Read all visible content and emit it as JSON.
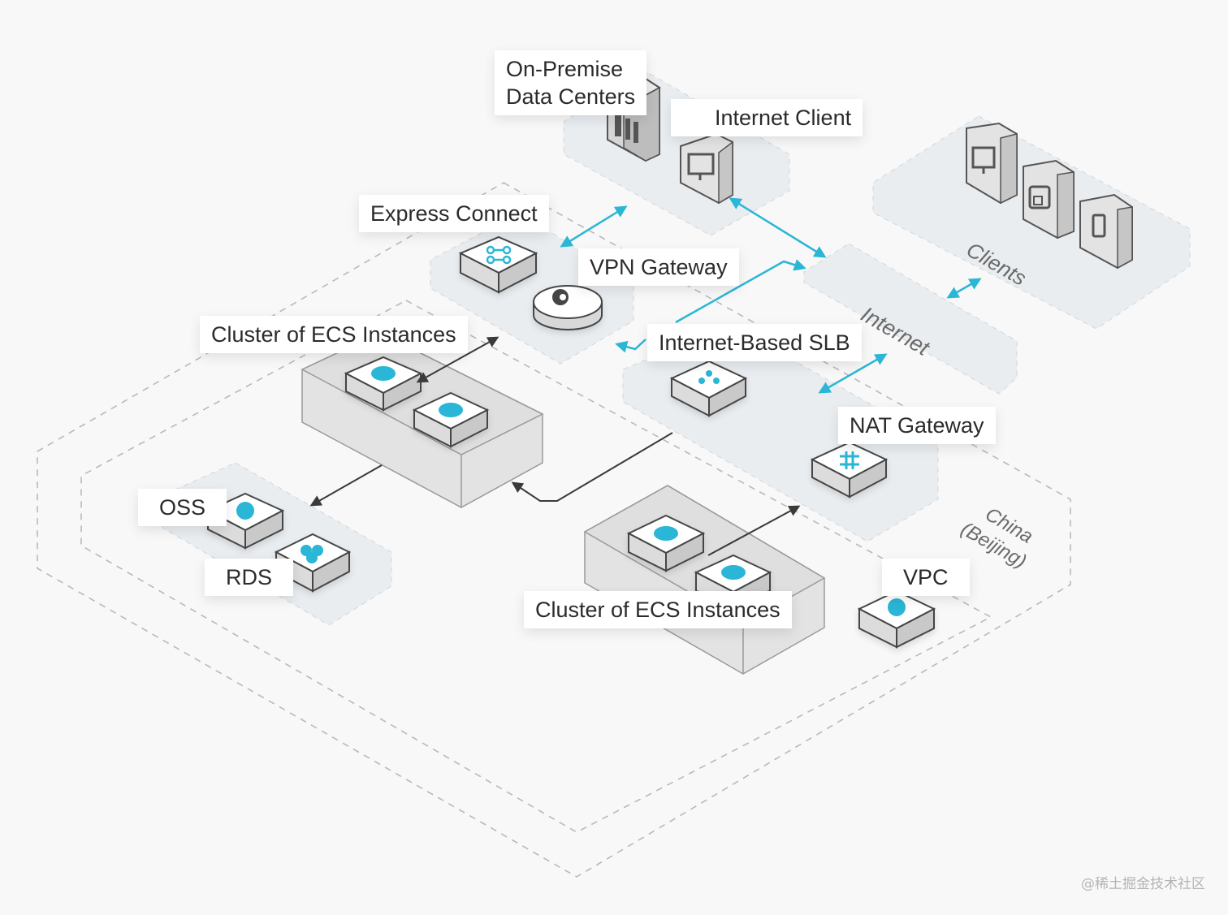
{
  "labels": {
    "on_premise": "On-Premise\nData Centers",
    "internet_client": "Internet Client",
    "express_connect": "Express Connect",
    "vpn_gateway": "VPN Gateway",
    "cluster_ecs_top": "Cluster of ECS Instances",
    "internet_slb": "Internet-Based SLB",
    "nat_gateway": "NAT Gateway",
    "oss": "OSS",
    "rds": "RDS",
    "vpc": "VPC",
    "cluster_ecs_bottom": "Cluster of ECS Instances"
  },
  "regions": {
    "clients": "Clients",
    "internet": "Internet",
    "china_line1": "China",
    "china_line2": "(Beijing)"
  },
  "watermark": "@稀土掘金技术社区",
  "colors": {
    "accent": "#2bb6d6",
    "panel": "#e9edf0",
    "dashed": "#b9b9b9",
    "arrow_dark": "#3a3a3a"
  },
  "icons": [
    "data-center-icon",
    "monitor-icon",
    "express-connect-icon",
    "vpn-gateway-icon",
    "ecs-cloud-icon",
    "slb-icon",
    "nat-gateway-icon",
    "oss-icon",
    "rds-icon",
    "vpc-icon",
    "desktop-client-icon",
    "browser-client-icon",
    "mobile-client-icon"
  ]
}
